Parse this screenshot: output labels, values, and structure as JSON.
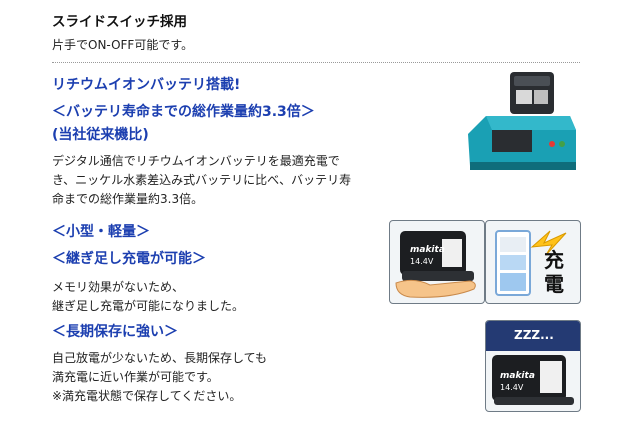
{
  "slide_switch": {
    "heading": "スライドスイッチ採用",
    "text": "片手でON-OFF可能です。"
  },
  "lithium": {
    "heading": "リチウムイオンバッテリ搭載!",
    "life_heading_1": "＜バッテリ寿命までの総作業量約3.3倍＞",
    "life_heading_2": "(当社従来機比)",
    "body_lines": [
      "デジタル通信でリチウムイオンバッテリを最適充電で",
      "き、ニッケル水素差込み式バッテリに比べ、バッテリ寿",
      "命までの総作業量約3.3倍。"
    ]
  },
  "compact": {
    "heading": "＜小型・軽量＞"
  },
  "topup": {
    "heading": "＜継ぎ足し充電が可能＞",
    "body_lines": [
      "メモリ効果がないため、",
      "継ぎ足し充電が可能になりました。"
    ]
  },
  "storage": {
    "heading": "＜長期保存に強い＞",
    "body_lines": [
      "自己放電が少ないため、長期保存しても",
      "満充電に近い作業が可能です。",
      "※満充電状態で保存してください。"
    ]
  },
  "illustrations": {
    "battery_brand": "makita",
    "battery_label": "14.4V",
    "charge_word_top": "充",
    "charge_word_bottom": "電",
    "sleep_text": "ZZZ..."
  },
  "colors": {
    "heading_blue": "#1c3fb0",
    "charger_teal": "#1aa0b4"
  }
}
